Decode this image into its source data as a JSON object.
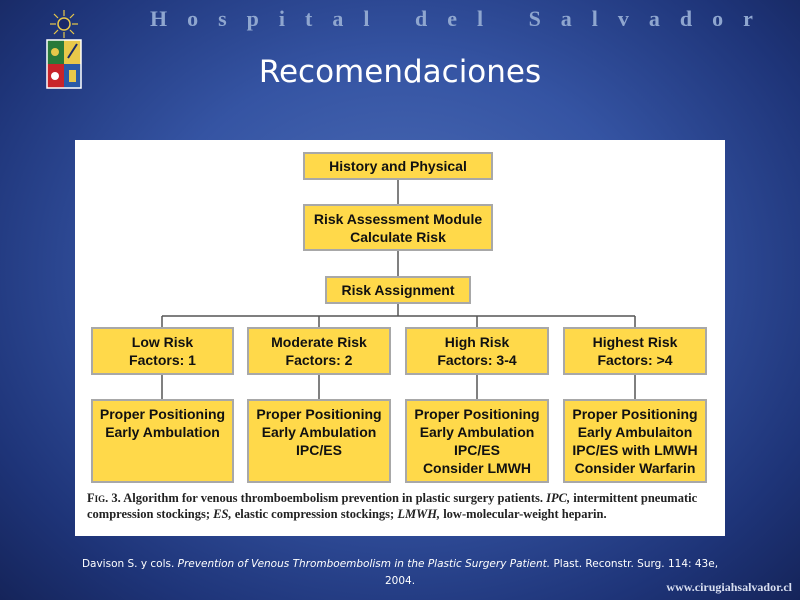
{
  "header": {
    "title": "Hospital del Salvador",
    "website": "www.cirugiahsalvador.cl"
  },
  "slide": {
    "title": "Recomendaciones"
  },
  "diagram": {
    "nodes": {
      "history": [
        "History and Physical"
      ],
      "risk_module": [
        "Risk Assessment Module",
        "Calculate Risk"
      ],
      "risk_assignment": [
        "Risk Assignment"
      ],
      "low": [
        "Low Risk",
        "Factors: 1"
      ],
      "moderate": [
        "Moderate Risk",
        "Factors: 2"
      ],
      "high": [
        "High Risk",
        "Factors: 3-4"
      ],
      "highest": [
        "Highest Risk",
        "Factors: >4"
      ],
      "low_tx": [
        "Proper Positioning",
        "Early Ambulation"
      ],
      "moderate_tx": [
        "Proper Positioning",
        "Early Ambulation",
        "IPC/ES"
      ],
      "high_tx": [
        "Proper Positioning",
        "Early Ambulation",
        "IPC/ES",
        "Consider LMWH"
      ],
      "highest_tx": [
        "Proper Positioning",
        "Early Ambulaiton",
        "IPC/ES with LMWH",
        "Consider Warfarin"
      ]
    },
    "edges": [
      [
        "history",
        "risk_module"
      ],
      [
        "risk_module",
        "risk_assignment"
      ],
      [
        "risk_assignment",
        "low"
      ],
      [
        "risk_assignment",
        "moderate"
      ],
      [
        "risk_assignment",
        "high"
      ],
      [
        "risk_assignment",
        "highest"
      ],
      [
        "low",
        "low_tx"
      ],
      [
        "moderate",
        "moderate_tx"
      ],
      [
        "high",
        "high_tx"
      ],
      [
        "highest",
        "highest_tx"
      ]
    ],
    "box_color": "#ffd94a",
    "caption": {
      "fig_label": "Fig. 3.",
      "part1": " Algorithm for venous thromboembolism prevention in plastic surgery patients. ",
      "ipc": "IPC,",
      "part2": " intermittent pneumatic compression stockings; ",
      "es": "ES,",
      "part3": " elastic compression stockings; ",
      "lmwh": "LMWH,",
      "part4": " low-molecular-weight heparin."
    }
  },
  "reference": {
    "authors": "Davison S. y cols. ",
    "article": "Prevention of Venous Thromboembolism in the Plastic Surgery Patient.",
    "journal": " Plast. Reconstr. Surg. 114: 43e, 2004."
  }
}
